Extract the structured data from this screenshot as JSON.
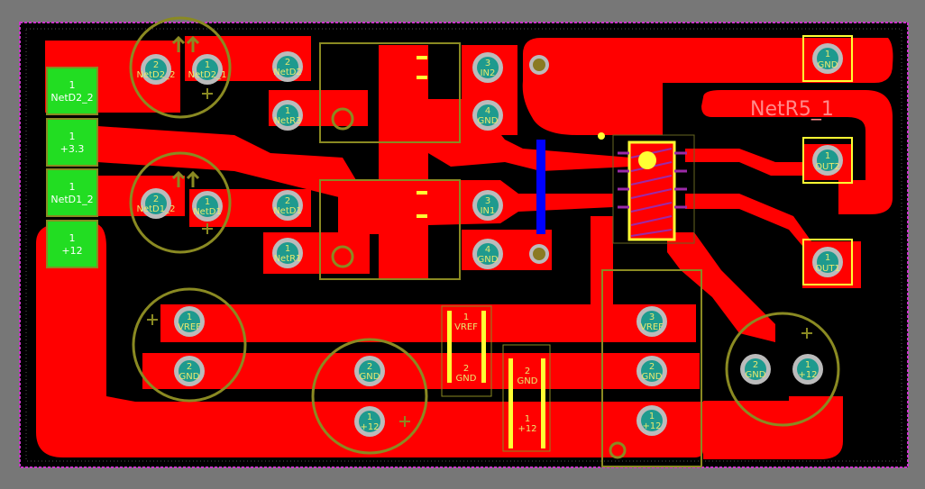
{
  "board": {
    "net_label": "NetR5_1",
    "colors": {
      "background": "#777777",
      "board": "#000000",
      "outline": "#cc33cc",
      "copper": "#ff0000",
      "via_blue": "#0000ff",
      "silk": "#8a8a22",
      "pad_ring": "#bbbbbb",
      "pad_hole": "#1e9a8e",
      "connector_pad": "#22dd22",
      "select": "#ffff33",
      "label": "#e8e870"
    }
  },
  "connector_left": [
    {
      "num": "1",
      "net": "NetD2_2"
    },
    {
      "num": "1",
      "net": "+3.3"
    },
    {
      "num": "1",
      "net": "NetD1_2"
    },
    {
      "num": "1",
      "net": "+12"
    }
  ],
  "connector_right": [
    {
      "num": "1",
      "net": "GND"
    },
    {
      "num": "1",
      "net": "OUT2"
    },
    {
      "num": "1",
      "net": "OUT1"
    }
  ],
  "pads": {
    "d2_2": {
      "num": "2",
      "net": "NetD2_2"
    },
    "d2_1": {
      "num": "1",
      "net": "NetD2_1"
    },
    "r_d2": {
      "num": "2",
      "net": "NetD2"
    },
    "r3": {
      "num": "1",
      "net": "NetR3"
    },
    "u1_in2": {
      "num": "3",
      "net": "IN2"
    },
    "u1_gnd": {
      "num": "4",
      "net": "GND"
    },
    "d1_2": {
      "num": "2",
      "net": "NetD1_2"
    },
    "d1_1": {
      "num": "1",
      "net": "NetD1"
    },
    "r_d1": {
      "num": "2",
      "net": "NetD1"
    },
    "r1": {
      "num": "1",
      "net": "NetR1"
    },
    "u2_in1": {
      "num": "3",
      "net": "IN1"
    },
    "u2_gnd": {
      "num": "4",
      "net": "GND"
    },
    "c_vref": {
      "num": "1",
      "net": "VREF"
    },
    "c_gnd": {
      "num": "2",
      "net": "GND"
    },
    "c2_gnd": {
      "num": "2",
      "net": "GND"
    },
    "c2_12": {
      "num": "1",
      "net": "+12"
    },
    "smd_vref": {
      "num": "1",
      "net": "VREF"
    },
    "smd_gnd": {
      "num": "2",
      "net": "GND"
    },
    "smd2_gnd": {
      "num": "2",
      "net": "GND"
    },
    "smd2_12": {
      "num": "1",
      "net": "+12"
    },
    "reg_vref": {
      "num": "3",
      "net": "VREF"
    },
    "reg_gnd": {
      "num": "2",
      "net": "GND"
    },
    "reg_12": {
      "num": "1",
      "net": "+12"
    },
    "c3_gnd": {
      "num": "2",
      "net": "GND"
    },
    "c3_12": {
      "num": "1",
      "net": "+12"
    }
  }
}
